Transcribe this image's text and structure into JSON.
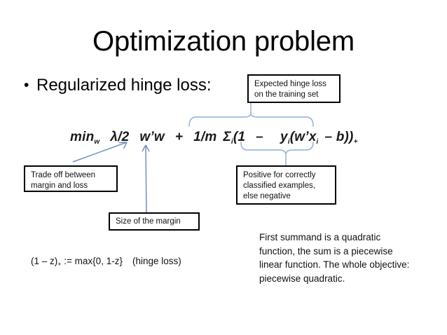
{
  "slide": {
    "title": "Optimization problem",
    "bullet": {
      "marker": "•",
      "text": "Regularized hinge loss:"
    },
    "formula": {
      "min": "min",
      "min_sub": "w",
      "lambda_term": "λ/2",
      "quad_term": "w’w",
      "plus": "+",
      "one_over_m": "1/m",
      "sigma": "Σ",
      "sigma_sub": "i",
      "open_one_minus": "(1",
      "minus": "–",
      "y_term": "y",
      "y_sub": "i",
      "inner": "(w’x",
      "x_sub": "i",
      "minus_b": "– b))",
      "plus_sub": "+",
      "full_text": "min_w λ/2 w’w + 1/m Σ_i(1 – y_i(w’x_i – b))_+"
    },
    "callouts": {
      "expected_hinge_loss": "Expected hinge loss on the training set",
      "expected_hinge_loss_line1": "Expected hinge loss",
      "expected_hinge_loss_line2": "on the training set",
      "trade_off": "Trade off between margin and loss",
      "trade_off_line1": "Trade off between",
      "trade_off_line2": "margin and loss",
      "positive_correct": "Positive for correctly classified examples, else negative",
      "positive_correct_line1": "Positive for correctly",
      "positive_correct_line2": "classified examples,",
      "positive_correct_line3": "else negative",
      "size_of_margin": "Size of the margin"
    },
    "notes": {
      "quadratic": "First summand is a quadratic function, the sum is a piecewise linear function. The whole objective: piecewise quadratic.",
      "hinge_definition": "(1 – z)",
      "hinge_definition_sub": "+",
      "hinge_definition_rest": " := max{0, 1-z}",
      "hinge_definition_label": "(hinge loss)"
    },
    "colors": {
      "background": "#ffffff",
      "text": "#000000",
      "connector_blue": "#9db9d8",
      "box_border": "#000000"
    }
  }
}
